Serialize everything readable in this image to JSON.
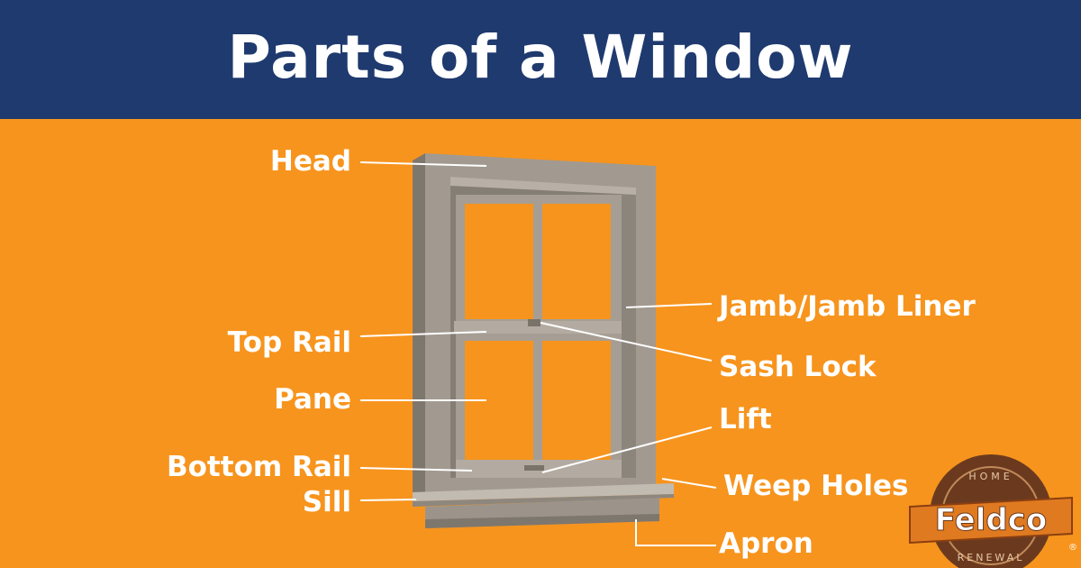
{
  "title": "Parts of a Window",
  "labels": {
    "head": "Head",
    "top_rail": "Top Rail",
    "pane": "Pane",
    "bottom_rail": "Bottom Rail",
    "sill": "Sill",
    "jamb": "Jamb/Jamb Liner",
    "sash_lock": "Sash Lock",
    "lift": "Lift",
    "weep_holes": "Weep Holes",
    "apron": "Apron"
  },
  "logo": {
    "brand": "Feldco",
    "top_text": "HOME",
    "bottom_text": "RENEWAL",
    "mark": "®"
  },
  "colors": {
    "background": "#F7941D",
    "header": "#1F3A6E",
    "frame": "#9C948A",
    "text": "#FFFFFF",
    "logo_ring": "#6B3A1E"
  }
}
